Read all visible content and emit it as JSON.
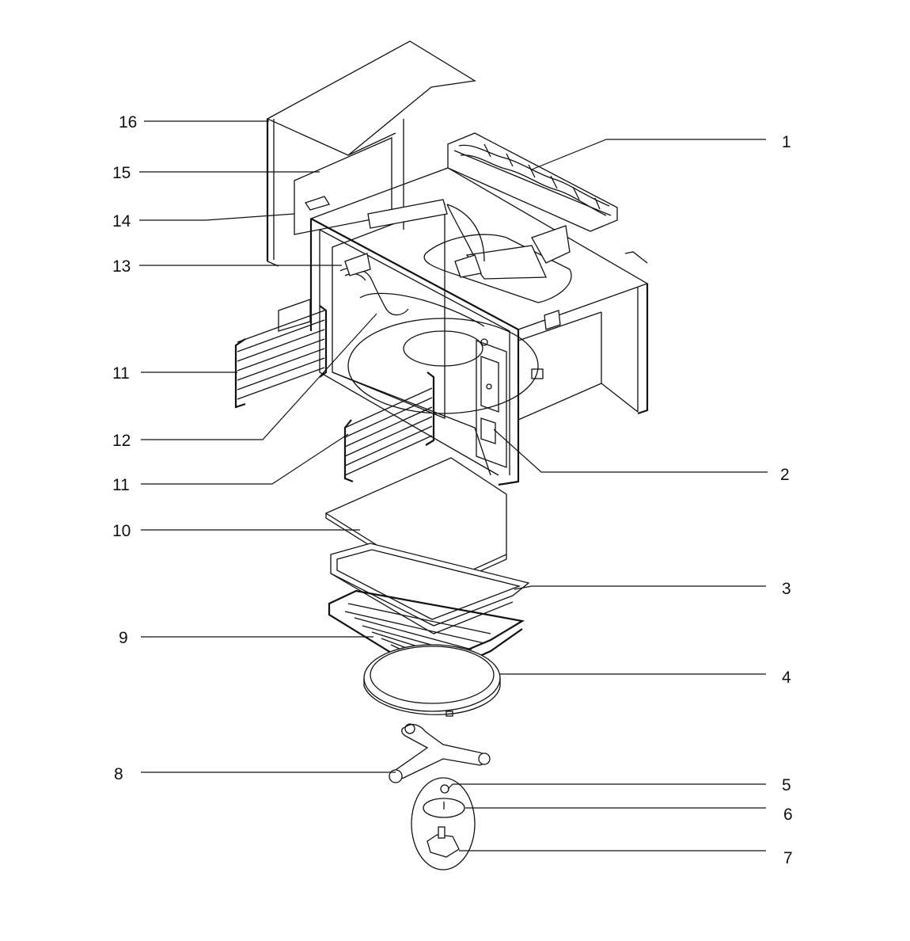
{
  "callouts": [
    {
      "id": "1",
      "text": "1"
    },
    {
      "id": "2",
      "text": "2"
    },
    {
      "id": "3",
      "text": "3"
    },
    {
      "id": "4",
      "text": "4"
    },
    {
      "id": "5",
      "text": "5"
    },
    {
      "id": "6",
      "text": "6"
    },
    {
      "id": "7",
      "text": "7"
    },
    {
      "id": "8",
      "text": "8"
    },
    {
      "id": "9",
      "text": "9"
    },
    {
      "id": "10",
      "text": "10"
    },
    {
      "id": "11a",
      "text": "11"
    },
    {
      "id": "11b",
      "text": "11"
    },
    {
      "id": "12",
      "text": "12"
    },
    {
      "id": "13",
      "text": "13"
    },
    {
      "id": "14",
      "text": "14"
    },
    {
      "id": "15",
      "text": "15"
    },
    {
      "id": "16",
      "text": "16"
    }
  ]
}
